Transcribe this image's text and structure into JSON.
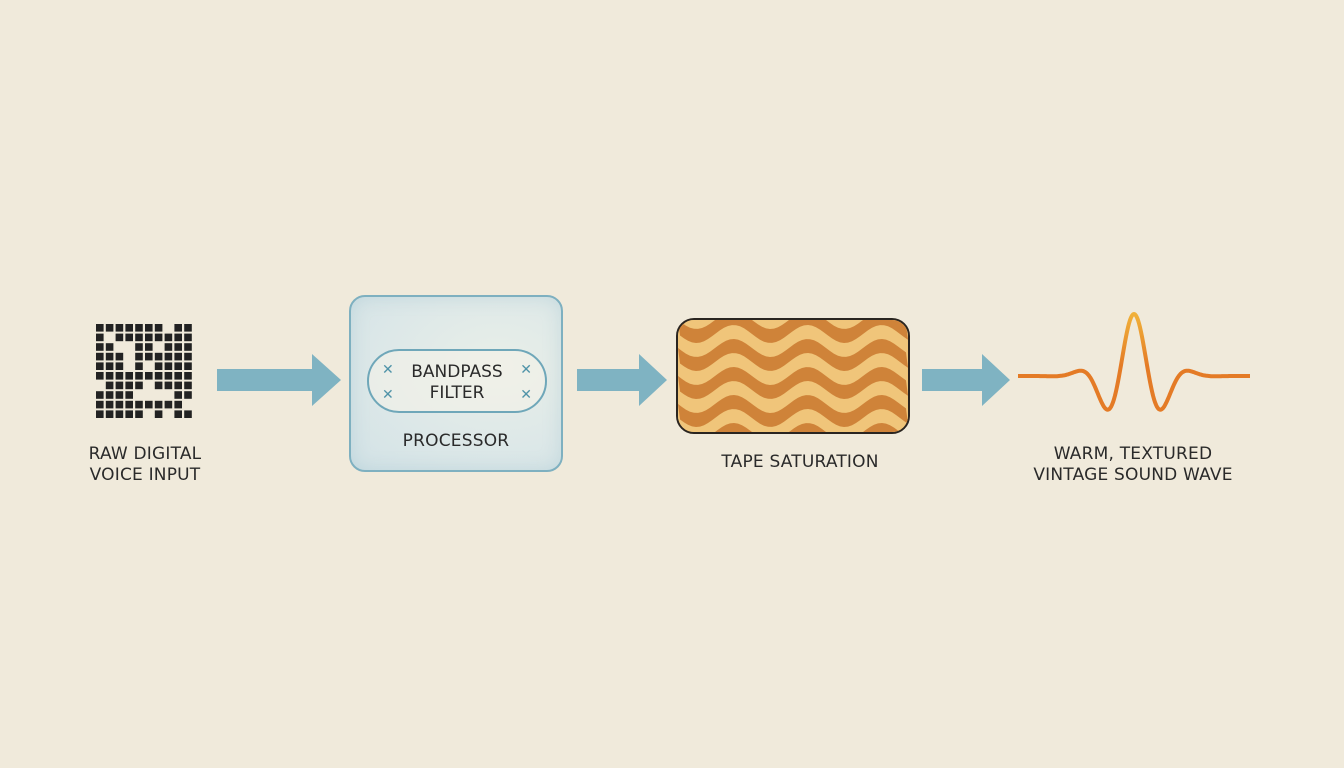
{
  "stages": {
    "input_label_line1": "RAW DIGITAL",
    "input_label_line2": "VOICE INPUT",
    "filter_line1": "BANDPASS",
    "filter_line2": "FILTER",
    "processor_label": "PROCESSOR",
    "tape_label": "TAPE SATURATION",
    "output_label_line1": "WARM, TEXTURED",
    "output_label_line2": "VINTAGE SOUND WAVE"
  },
  "icons": {
    "input": "pixel-grid-icon",
    "arrow": "right-arrow-icon",
    "filter_marks": "x-mark-icon",
    "output": "sound-wave-icon"
  },
  "colors": {
    "background": "#f0eadb",
    "arrow": "#7fb3c2",
    "processor_border": "#7eb0c0",
    "pixel": "#222222",
    "tape_light": "#f0c57a",
    "tape_dark": "#c9772e",
    "wave_orange": "#e47b26",
    "wave_yellow": "#f0b13a"
  }
}
